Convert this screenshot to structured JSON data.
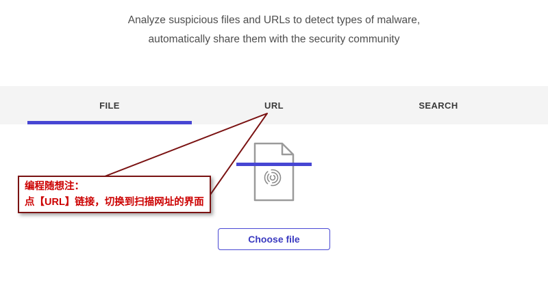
{
  "header": {
    "line1": "Analyze suspicious files and URLs to detect types of malware,",
    "line2": "automatically share them with the security community"
  },
  "tabs": {
    "active": "FILE",
    "items": [
      {
        "label": "FILE",
        "active": true
      },
      {
        "label": "URL",
        "active": false
      },
      {
        "label": "SEARCH",
        "active": false
      }
    ]
  },
  "upload": {
    "choose_file_label": "Choose file"
  },
  "annotation": {
    "line1": "编程随想注：",
    "line2": "点【URL】链接，切换到扫描网址的界面"
  },
  "colors": {
    "accent_blue": "#4746d3",
    "tabbar_background": "#f4f4f4",
    "annotation_border_red": "#7a1212",
    "annotation_text_red": "#cc0000",
    "icon_gray": "#9a9a9a"
  }
}
